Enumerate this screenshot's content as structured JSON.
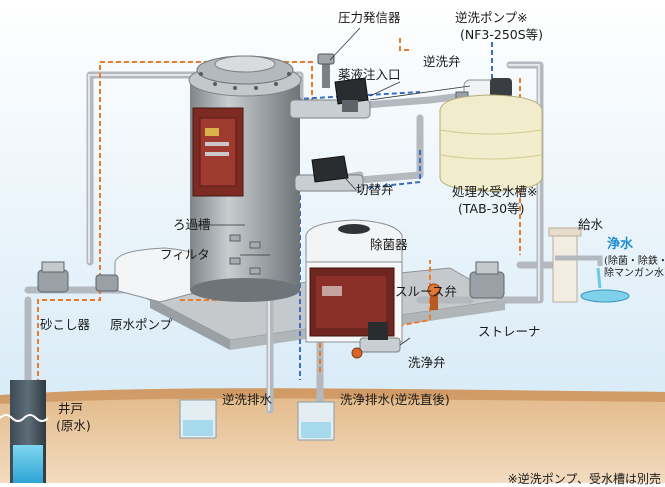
{
  "labels": {
    "pressure_switch": "圧力発信器",
    "backwash_pump_line1": "逆洗ポンプ※",
    "backwash_pump_line2": "(NF3-250S等)",
    "chemical_inlet": "薬液注入口",
    "backwash_valve": "逆洗弁",
    "switch_valve": "切替弁",
    "treated_tank_line1": "処理水受水槽※",
    "treated_tank_line2": "(TAB-30等)",
    "filter_tank": "ろ過槽",
    "filter": "フィルタ",
    "sterilizer": "除菌器",
    "water_supply": "給水",
    "clean_water": "浄水",
    "clean_water_note_line1": "(除菌・除鉄・",
    "clean_water_note_line2": "除マンガン水)",
    "sluice_valve": "スルース弁",
    "strainer_left": "砂こし器",
    "raw_water_pump": "原水ポンプ",
    "strainer_right": "ストレーナ",
    "wash_valve": "洗浄弁",
    "well_line1": "井戸",
    "well_line2": "(原水)",
    "backwash_drain": "逆洗排水",
    "wash_drain": "洗浄排水(逆洗直後)",
    "footnote": "※逆洗ポンプ、受水槽は別売"
  },
  "colors": {
    "sky_top": "#ffffff",
    "sky_bottom": "#dcecf7",
    "ground": "#d7a773",
    "pipe": "#b9bfc4",
    "flow_orange": "#ee7a2c",
    "flow_blue": "#3a6fc4",
    "tank_body": "#9ea3a6",
    "cabinet": "#8a2d25",
    "water": "#5cc6e6",
    "treated_tank": "#f1eccb"
  }
}
